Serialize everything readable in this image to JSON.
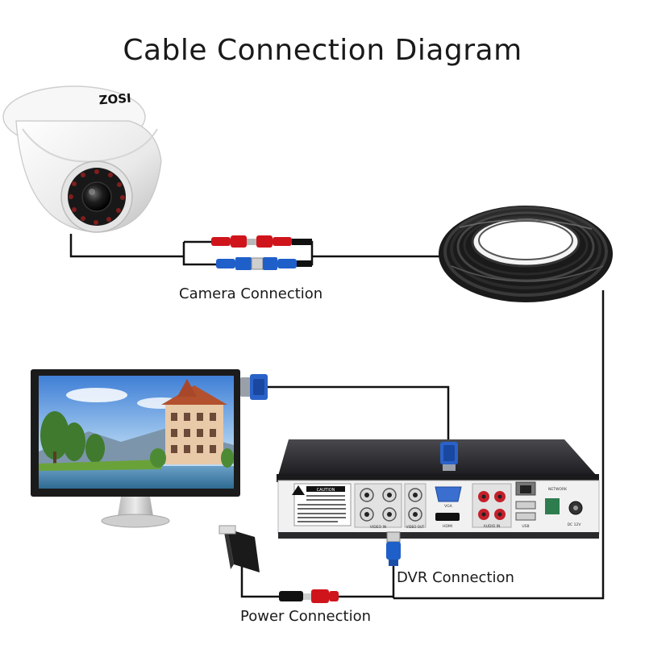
{
  "diagram": {
    "title": "Cable Connection Diagram",
    "labels": {
      "camera_connection": "Camera Connection",
      "dvr_connection": "DVR Connection",
      "power_connection": "Power Connection"
    },
    "camera": {
      "brand": "ZOSI"
    },
    "dvr_panel": {
      "caution": "CAUTION",
      "vga": "VGA",
      "hdmi": "HDMI",
      "video_in": "VIDEO IN",
      "video_out": "VIDEO OUT",
      "audio_in": "AUDIO IN",
      "network": "NETWORK",
      "usb": "USB",
      "dc": "DC 12V"
    },
    "colors": {
      "cable": "#111111",
      "power_plug_red": "#d0141c",
      "video_plug_blue": "#1f5fc9",
      "vga_blue": "#2a62c8",
      "dvr_body": "#2b2b2e",
      "camera_white": "#f2f2f2"
    }
  }
}
